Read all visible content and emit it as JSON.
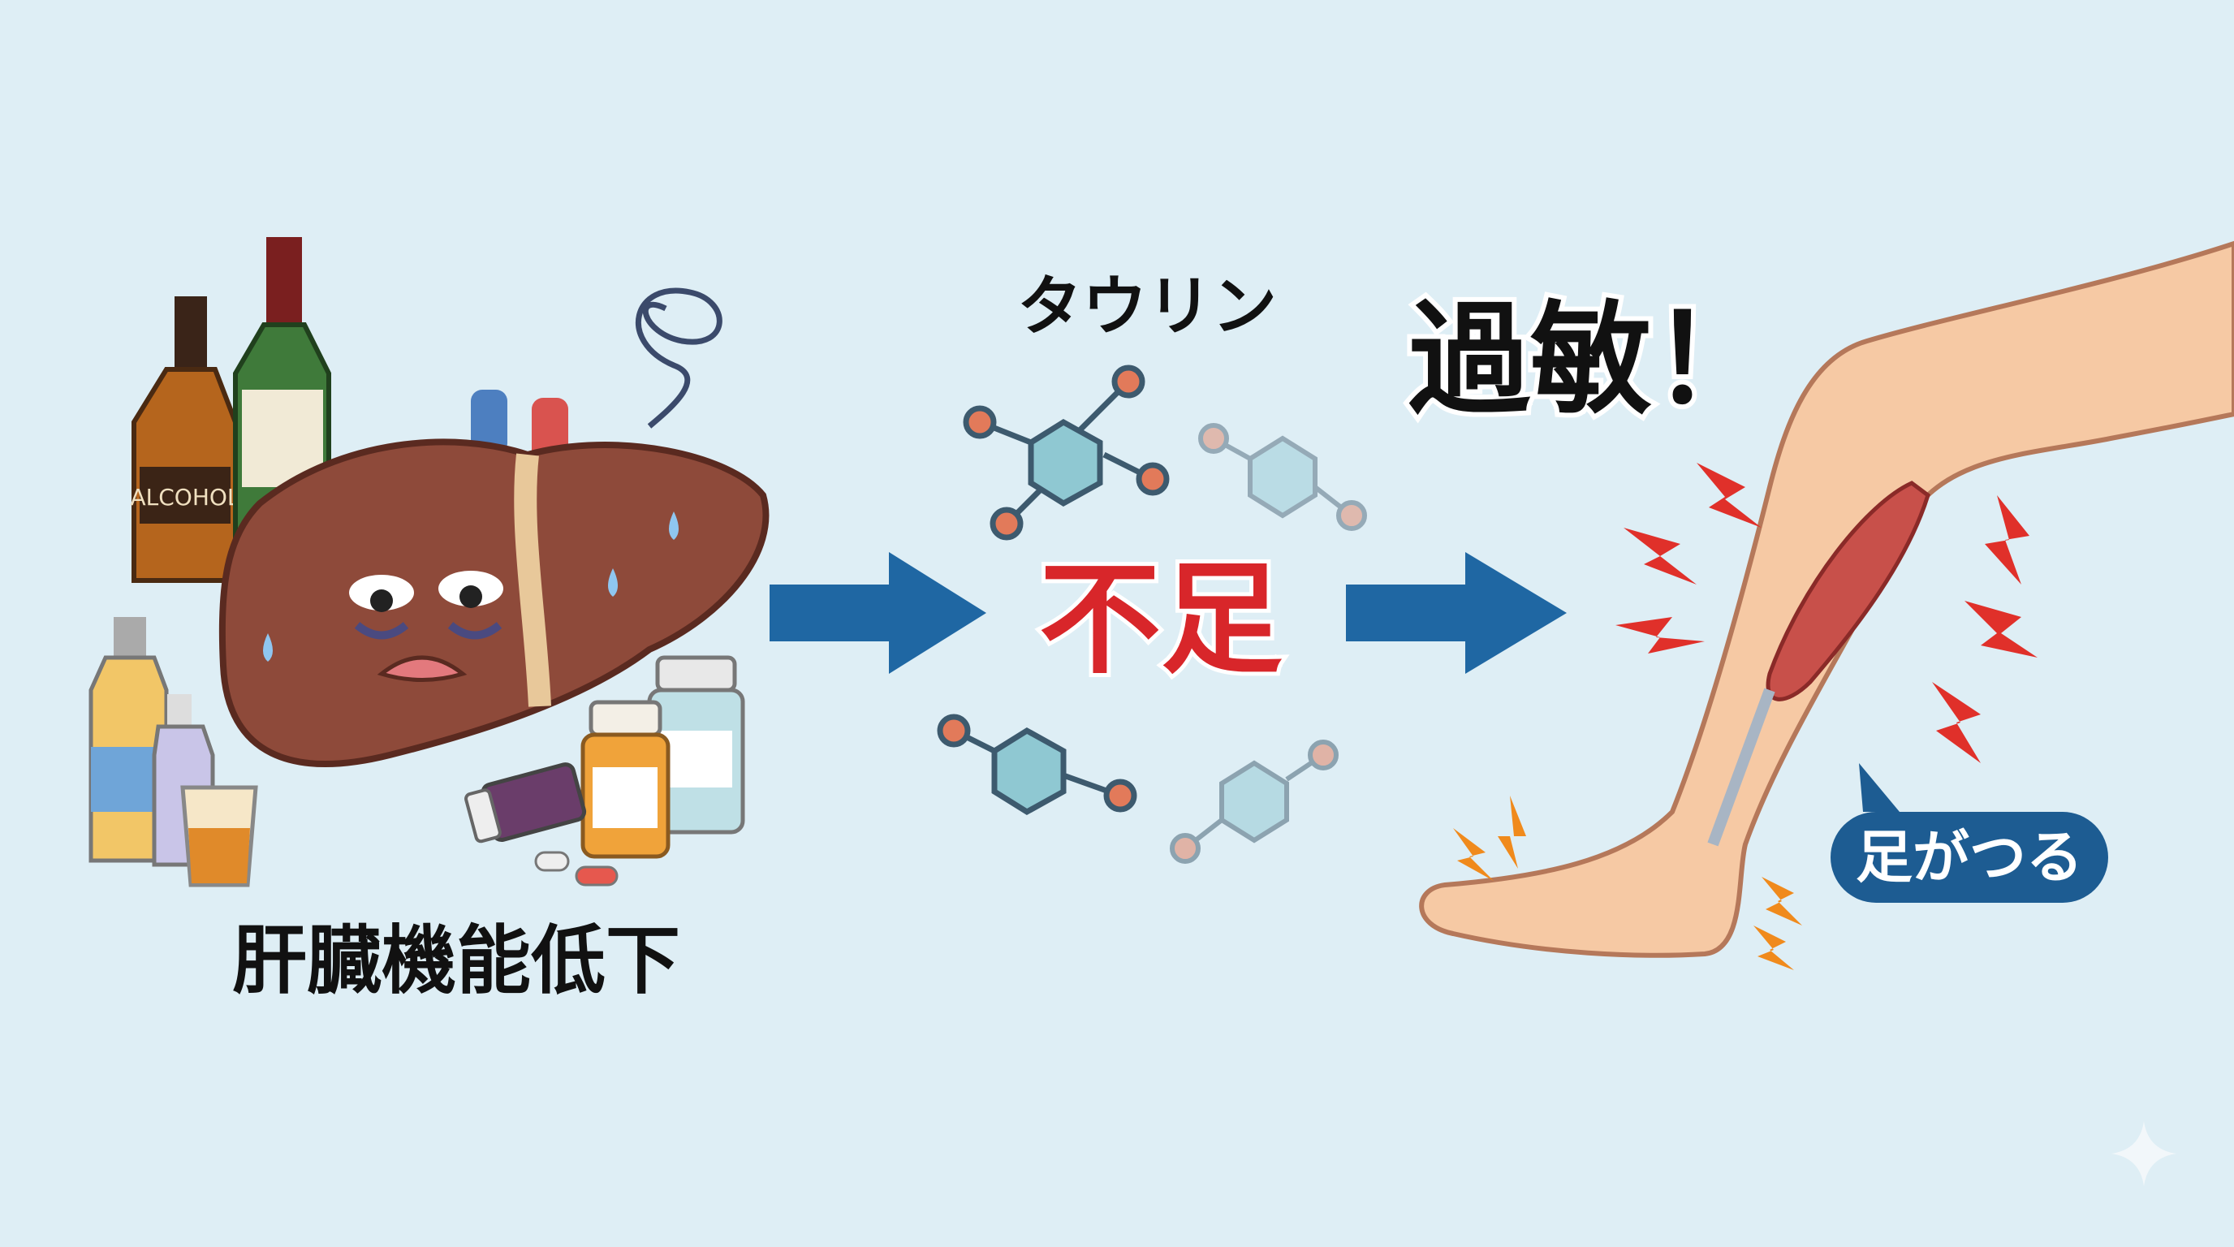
{
  "labels": {
    "liver_caption": "肝臓機能低下",
    "bottle_label": "ALCOHOL",
    "taurine": "タウリン",
    "shortage": "不足",
    "hypersensitive": "過敏！",
    "cramp_bubble": "足がつる"
  },
  "colors": {
    "background": "#deeef5",
    "arrow": "#1f67a3",
    "shortage_red": "#d8262a",
    "bubble": "#1d5c92",
    "liver": "#8e4a3a",
    "skin": "#f6c9a4",
    "zap_red": "#e0302a",
    "zap_orange": "#f08a1c"
  }
}
